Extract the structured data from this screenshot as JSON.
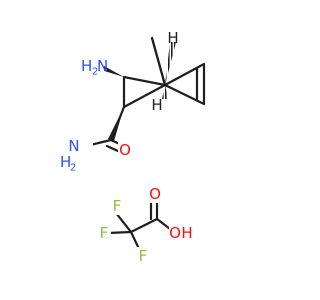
{
  "colors": {
    "bond": "#1f1f1f",
    "nitrogen": "#3050f8",
    "oxygen": "#ff0d0d",
    "fluorine": "#90c040",
    "hydrogen": "#1f1f1f",
    "background": "#ffffff"
  },
  "molecule_1": {
    "labels": {
      "amine_n": "N",
      "amine_h": "H",
      "amine_h_count": "2",
      "amide_n": "N",
      "amide_h": "H",
      "amide_h_count": "2",
      "amide_o": "O",
      "bridgehead_h_top": "H",
      "bridgehead_h_bottom": "H"
    }
  },
  "molecule_2": {
    "labels": {
      "f_top": "F",
      "f_left": "F",
      "f_bottom": "F",
      "carbonyl_o": "O",
      "hydroxyl_o": "O",
      "hydroxyl_h": "H"
    }
  }
}
